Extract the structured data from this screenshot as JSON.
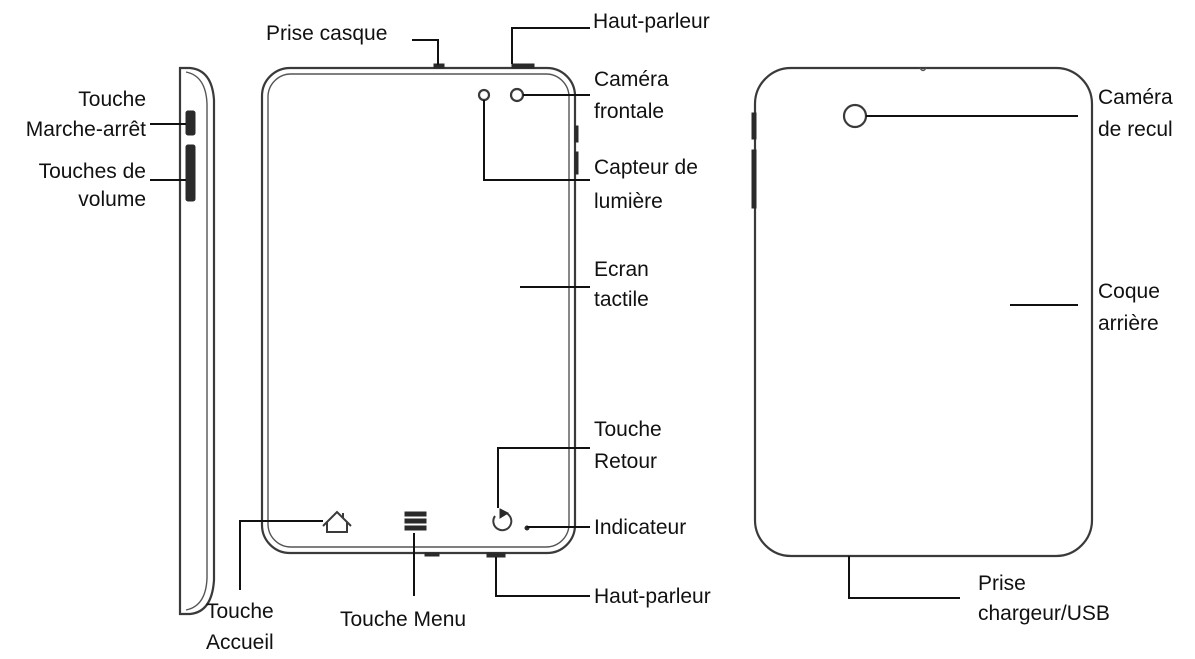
{
  "labels": {
    "prise_casque": "Prise casque",
    "haut_parleur_top": "Haut-parleur",
    "camera_frontale_1": "Caméra",
    "camera_frontale_2": "frontale",
    "capteur_1": "Capteur de",
    "capteur_2": "lumière",
    "ecran_1": "Ecran",
    "ecran_2": "tactile",
    "touche_retour_1": "Touche",
    "touche_retour_2": "Retour",
    "indicateur": "Indicateur",
    "haut_parleur_bottom": "Haut-parleur",
    "touche_menu": "Touche Menu",
    "touche_accueil_1": "Touche",
    "touche_accueil_2": "Accueil",
    "touche_marche_1": "Touche",
    "touche_marche_2": "Marche-arrêt",
    "touches_volume_1": "Touches de",
    "touches_volume_2": "volume",
    "camera_recul_1": "Caméra",
    "camera_recul_2": "de recul",
    "coque_1": "Coque",
    "coque_2": "arrière",
    "prise_chargeur_1": "Prise",
    "prise_chargeur_2": "chargeur/USB"
  },
  "icons": {
    "home": "home-icon",
    "menu": "menu-icon",
    "back": "back-arrow-icon"
  },
  "colors": {
    "line": "#111111",
    "device_outline": "#3a3a3a"
  }
}
